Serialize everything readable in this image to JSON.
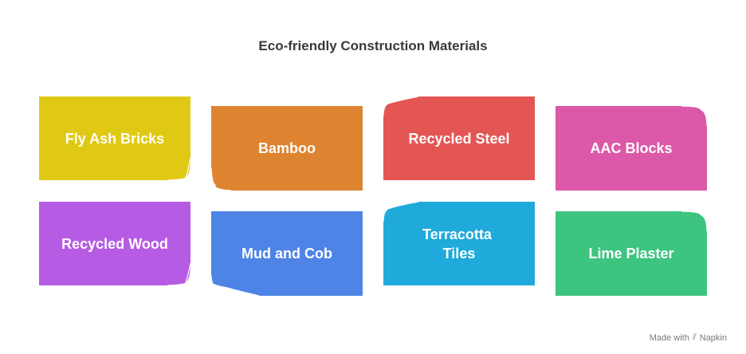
{
  "title": "Eco-friendly Construction Materials",
  "cards": [
    {
      "label": "Fly Ash Bricks",
      "color": "#dfc914"
    },
    {
      "label": "Bamboo",
      "color": "#de8430"
    },
    {
      "label": "Recycled Steel",
      "color": "#e45654"
    },
    {
      "label": "AAC Blocks",
      "color": "#dc58a8"
    },
    {
      "label": "Recycled Wood",
      "color": "#b65be4"
    },
    {
      "label": "Mud and Cob",
      "color": "#4e84e6"
    },
    {
      "label": "Terracotta Tiles",
      "lines": [
        "Terracotta",
        "Tiles"
      ],
      "color": "#20aadb"
    },
    {
      "label": "Lime Plaster",
      "color": "#3dc47f"
    }
  ],
  "footer": {
    "made_with": "Made with",
    "brand": "Napkin",
    "icon": "napkin-icon"
  }
}
